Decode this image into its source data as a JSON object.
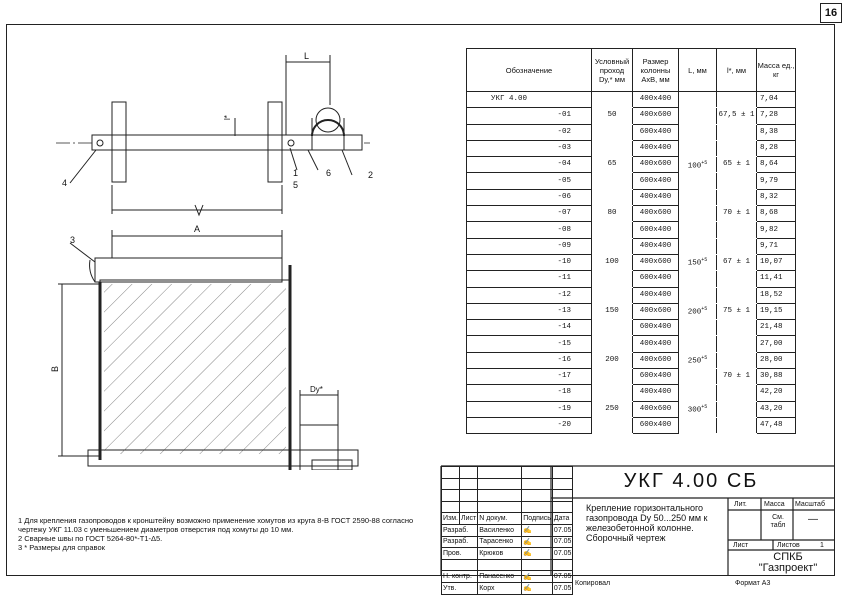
{
  "sheet_number": "16",
  "drawing": {
    "dim_L": "L",
    "dim_l": "l*",
    "dim_A": "A",
    "dim_B": "B",
    "dim_Dy": "Dy*",
    "callouts": [
      "1",
      "2",
      "3",
      "4",
      "5",
      "6"
    ]
  },
  "spec_table": {
    "headers": [
      "Обозначение",
      "Условный проход Dy,* мм",
      "Размер колонны AxB, мм",
      "L, мм",
      "l*, мм",
      "Масса ед., кг"
    ],
    "rows": [
      {
        "des": "УКГ 4.00",
        "dy": "",
        "size": "400x400",
        "L": "",
        "l": "",
        "mass": "7,04"
      },
      {
        "des": "-01",
        "dy": "50",
        "size": "400x600",
        "L": "",
        "l": "67,5 ± 1",
        "mass": "7,28"
      },
      {
        "des": "-02",
        "dy": "",
        "size": "600x400",
        "L": "",
        "l": "",
        "mass": "8,38"
      },
      {
        "des": "-03",
        "dy": "",
        "size": "400x400",
        "L": "",
        "l": "",
        "mass": "8,28"
      },
      {
        "des": "-04",
        "dy": "65",
        "size": "400x600",
        "L": "100+5",
        "l": "65 ± 1",
        "mass": "8,64"
      },
      {
        "des": "-05",
        "dy": "",
        "size": "600x400",
        "L": "",
        "l": "",
        "mass": "9,79"
      },
      {
        "des": "-06",
        "dy": "",
        "size": "400x400",
        "L": "",
        "l": "",
        "mass": "8,32"
      },
      {
        "des": "-07",
        "dy": "80",
        "size": "400x600",
        "L": "",
        "l": "70 ± 1",
        "mass": "8,68"
      },
      {
        "des": "-08",
        "dy": "",
        "size": "600x400",
        "L": "",
        "l": "",
        "mass": "9,82"
      },
      {
        "des": "-09",
        "dy": "",
        "size": "400x400",
        "L": "",
        "l": "",
        "mass": "9,71"
      },
      {
        "des": "-10",
        "dy": "100",
        "size": "400x600",
        "L": "150+5",
        "l": "67 ± 1",
        "mass": "10,07"
      },
      {
        "des": "-11",
        "dy": "",
        "size": "600x400",
        "L": "",
        "l": "",
        "mass": "11,41"
      },
      {
        "des": "-12",
        "dy": "",
        "size": "400x400",
        "L": "",
        "l": "",
        "mass": "18,52"
      },
      {
        "des": "-13",
        "dy": "150",
        "size": "400x600",
        "L": "200+5",
        "l": "75 ± 1",
        "mass": "19,15"
      },
      {
        "des": "-14",
        "dy": "",
        "size": "600x400",
        "L": "",
        "l": "",
        "mass": "21,48"
      },
      {
        "des": "-15",
        "dy": "",
        "size": "400x400",
        "L": "",
        "l": "",
        "mass": "27,00"
      },
      {
        "des": "-16",
        "dy": "200",
        "size": "400x600",
        "L": "250+5",
        "l": "",
        "mass": "28,00"
      },
      {
        "des": "-17",
        "dy": "",
        "size": "600x400",
        "L": "",
        "l": "70 ± 1",
        "mass": "30,88"
      },
      {
        "des": "-18",
        "dy": "",
        "size": "400x400",
        "L": "",
        "l": "",
        "mass": "42,20"
      },
      {
        "des": "-19",
        "dy": "250",
        "size": "400x600",
        "L": "300+5",
        "l": "",
        "mass": "43,20"
      },
      {
        "des": "-20",
        "dy": "",
        "size": "600x400",
        "L": "",
        "l": "",
        "mass": "47,48"
      }
    ]
  },
  "notes": [
    "1 Для крепления газопроводов к кронштейну возможно применение хомутов из круга 8-В ГОСТ 2590-88 согласно чертежу УКГ 11.03 с уменьшением диаметров отверстия под хомуты до 10 мм.",
    "2 Сварные швы по ГОСТ 5264-80*-Т1-Δ5.",
    "3 * Размеры для справок"
  ],
  "title_block": {
    "code": "УКГ 4.00 СБ",
    "description": "Крепление горизонтального газопровода Dy 50...250 мм к железобетонной колонне. Сборочный чертеж",
    "col_headers": [
      "Изм.",
      "Лист",
      "N докум.",
      "Подпись",
      "Дата"
    ],
    "people": [
      {
        "role": "Разраб.",
        "name": "Василенко",
        "date": "07.05"
      },
      {
        "role": "Разраб.",
        "name": "Тарасенко",
        "date": "07.05"
      },
      {
        "role": "Пров.",
        "name": "Крюков",
        "date": "07.05"
      },
      {
        "role": "Н. контр.",
        "name": "Панасенко",
        "date": "07.05"
      },
      {
        "role": "Утв.",
        "name": "Корх",
        "date": "07.05"
      }
    ],
    "lit_label": "Лит.",
    "mass_label": "Масса",
    "scale_label": "Масштаб",
    "mass_value": "См. табл",
    "scale_value": "—",
    "sheet_label": "Лист",
    "sheets_label": "Листов",
    "sheets_value": "1",
    "org": "СПКБ \"Газпроект\""
  },
  "footer": {
    "copied": "Копировал",
    "format": "Формат А3"
  }
}
